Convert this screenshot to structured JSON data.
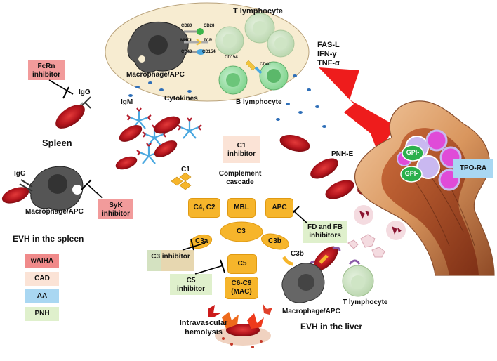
{
  "top_panel": {
    "t_lymphocyte": "T lymphocyte",
    "macrophage_apc": "Macrophage/APC",
    "cytokines": "Cytokines",
    "b_lymphocyte": "B lymphocyte",
    "cd80": "CD80",
    "cd28": "CD28",
    "mhcii": "MHCII",
    "tcr": "TCR",
    "cd40": "CD40",
    "cd154": "CD154",
    "cd154_b": "CD154",
    "cd40_b": "CD40",
    "cytokine_list": [
      "FAS-L",
      "IFN-γ",
      "TNF-α"
    ]
  },
  "spleen": {
    "fcrn_inhibitor": "FcRn inhibitor",
    "igg_top": "IgG",
    "title": "Spleen",
    "igg_bottom": "IgG",
    "macrophage_apc": "Macrophage/APC",
    "syk_inhibitor": "SyK inhibitor",
    "evh_title": "EVH in the spleen"
  },
  "legend": [
    {
      "label": "wAIHA",
      "color": "#f08a8a"
    },
    {
      "label": "CAD",
      "color": "#fbe3d6"
    },
    {
      "label": "AA",
      "color": "#a9d7f2"
    },
    {
      "label": "PNH",
      "color": "#dff0cc"
    }
  ],
  "complement": {
    "igm": "IgM",
    "c1": "C1",
    "c1_inhibitor": "C1 inhibitor",
    "title": "Complement cascade",
    "c4c2": "C4, C2",
    "mbl": "MBL",
    "apc": "APC",
    "c3": "C3",
    "c3a": "C3a",
    "c3b": "C3b",
    "c5": "C5",
    "c6c9": "C6-C9 (MAC)",
    "c3_inhibitor": "C3 inhibitor",
    "c5_inhibitor": "C5 inhibitor",
    "fd_fb_inhibitors": "FD and FB inhibitors",
    "intravascular_hemolysis": "Intravascular hemolysis"
  },
  "liver": {
    "pnh_e": "PNH-E",
    "c3b": "C3b",
    "macrophage_apc": "Macrophage/APC",
    "t_lymphocyte": "T lymphocyte",
    "evh_title": "EVH in the liver"
  },
  "bone_marrow": {
    "gpi_1": "GPI-",
    "gpi_2": "GPI-",
    "tpo_ra": "TPO-RA"
  },
  "colors": {
    "ellipse_fill": "#f7ecd1",
    "rbc": "#b3141c",
    "complement_orange": "#f6b52b",
    "stem_cell_magenta": "#e04bd8",
    "gpi_green": "#2bb04c",
    "lightning": "#ee1c1c"
  }
}
